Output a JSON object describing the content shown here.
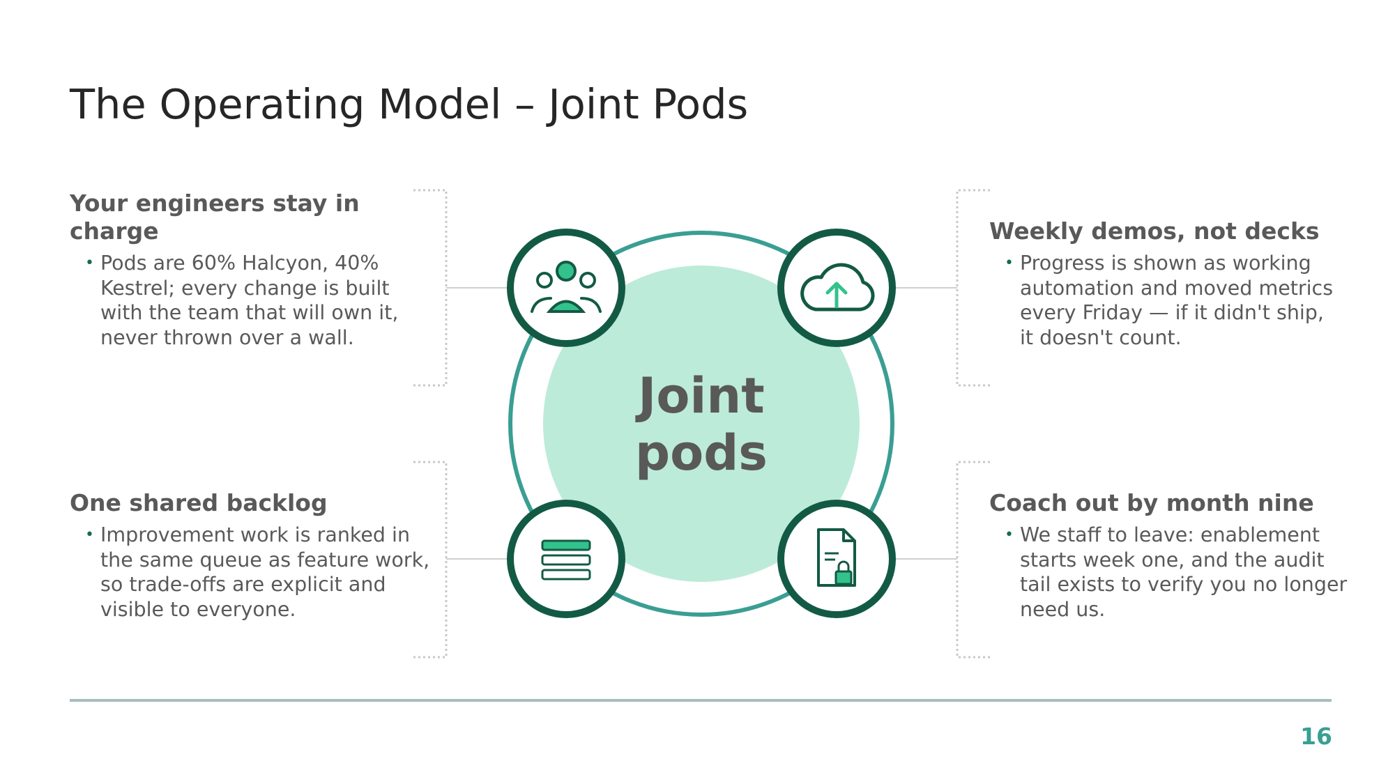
{
  "slide": {
    "title": "The Operating Model – Joint Pods",
    "page_number": "16"
  },
  "center": {
    "line1": "Joint",
    "line2": "pods"
  },
  "blocks": {
    "top_left": {
      "heading": "Your engineers stay in charge",
      "bullet": "Pods are 60% Halcyon, 40% Kestrel; every change is built with the team that will own it, never thrown over a wall."
    },
    "bottom_left": {
      "heading": "One shared backlog",
      "bullet": "Improvement work is ranked in the same queue as feature work, so trade-offs are explicit and visible to everyone."
    },
    "top_right": {
      "heading": "Weekly demos, not decks",
      "bullet": "Progress is shown as working automation and moved metrics every Friday — if it didn't ship, it doesn't count."
    },
    "bottom_right": {
      "heading": "Coach out by month nine",
      "bullet": "We staff to leave: enablement starts week one, and the audit tail exists to verify you no longer need us."
    }
  },
  "icons": {
    "top_left": "team-icon",
    "top_right": "cloud-upload-icon",
    "bottom_left": "backlog-stack-icon",
    "bottom_right": "locked-document-icon"
  },
  "colors": {
    "dark_green": "#135a45",
    "accent_green": "#33c28c",
    "mint_fill": "#bdebd9",
    "teal_ring": "#3a9e93",
    "text_gray": "#595959",
    "title_dark": "#262626",
    "footer_line": "#a7bcbd"
  }
}
